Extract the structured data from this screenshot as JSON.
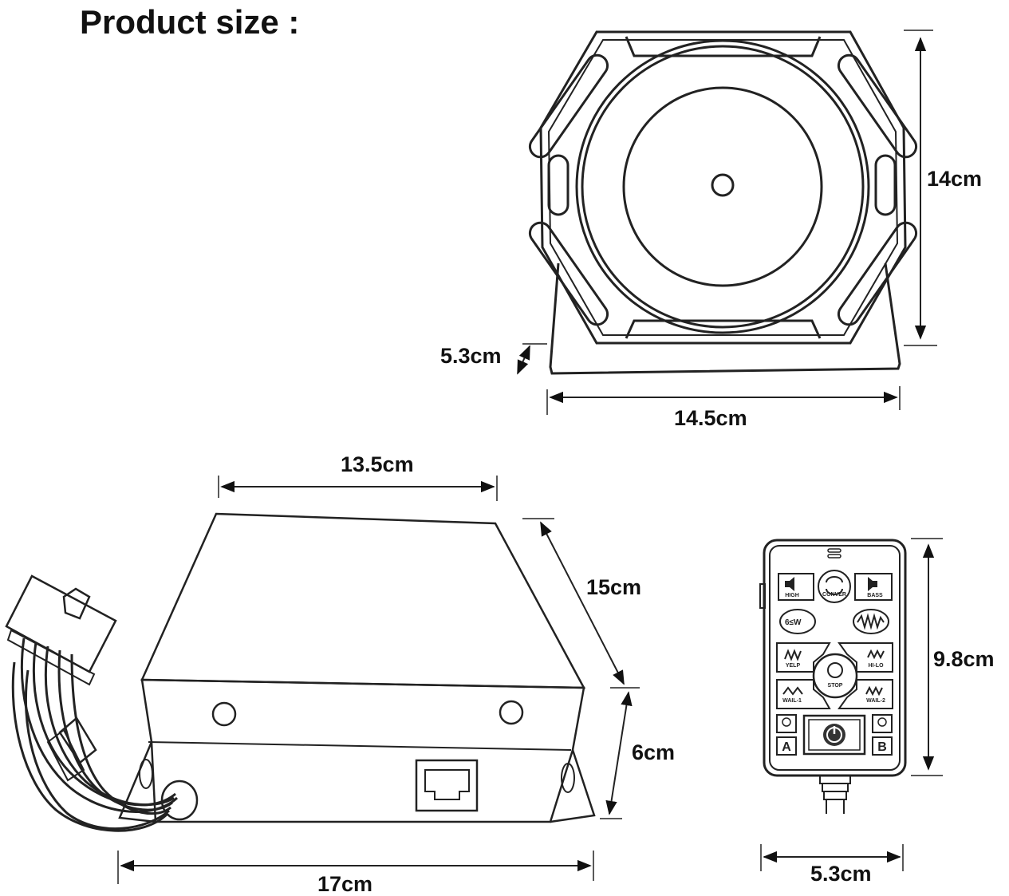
{
  "title": "Product size :",
  "speaker": {
    "height": "14cm",
    "width": "14.5cm",
    "depth": "5.3cm"
  },
  "amplifier": {
    "top_width": "13.5cm",
    "depth": "15cm",
    "height": "6cm",
    "length": "17cm"
  },
  "remote": {
    "height": "9.8cm",
    "width": "5.3cm",
    "buttons": {
      "high": "HIGH",
      "conver": "CONVER",
      "bass": "BASS",
      "yelp": "YELP",
      "hilo": "HI-LO",
      "stop": "STOP",
      "wail1": "WAIL-1",
      "wail2": "WAIL-2",
      "a": "A",
      "b": "B"
    }
  }
}
